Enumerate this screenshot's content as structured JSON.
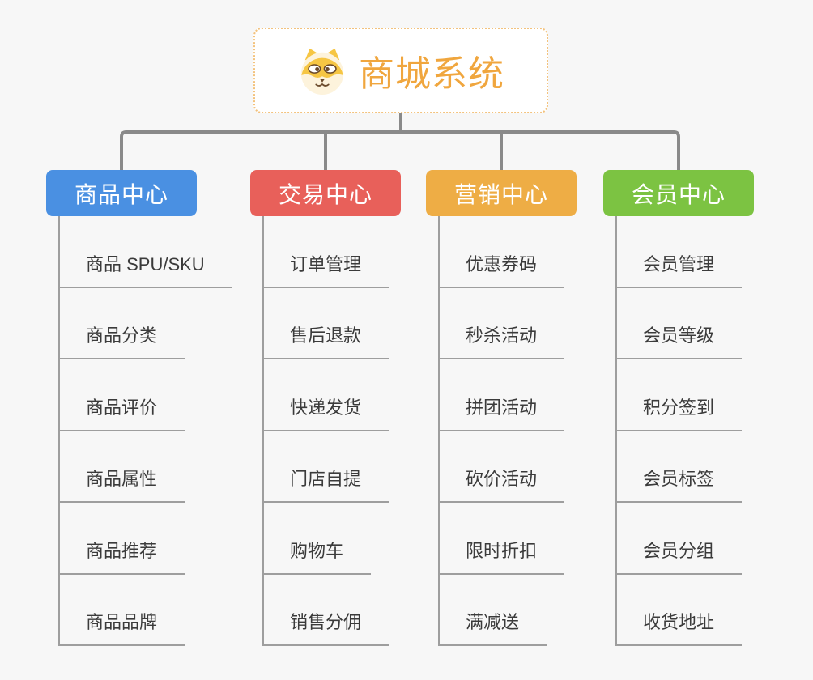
{
  "root": {
    "title": "商城系统",
    "icon": "dog-face-icon"
  },
  "branches": [
    {
      "label": "商品中心",
      "color": "#4a90e2",
      "children": [
        "商品 SPU/SKU",
        "商品分类",
        "商品评价",
        "商品属性",
        "商品推荐",
        "商品品牌"
      ]
    },
    {
      "label": "交易中心",
      "color": "#e8605a",
      "children": [
        "订单管理",
        "售后退款",
        "快递发货",
        "门店自提",
        "购物车",
        "销售分佣"
      ]
    },
    {
      "label": "营销中心",
      "color": "#eead45",
      "children": [
        "优惠券码",
        "秒杀活动",
        "拼团活动",
        "砍价活动",
        "限时折扣",
        "满减送"
      ]
    },
    {
      "label": "会员中心",
      "color": "#7cc342",
      "children": [
        "会员管理",
        "会员等级",
        "积分签到",
        "会员标签",
        "会员分组",
        "收货地址"
      ]
    }
  ],
  "palette": {
    "root_accent": "#f0a63e",
    "root_border": "#f3c27d",
    "connector": "#8a8a8a",
    "leaf_line": "#9e9e9e",
    "leaf_text": "#3b3b3b",
    "background": "#f7f7f7"
  }
}
